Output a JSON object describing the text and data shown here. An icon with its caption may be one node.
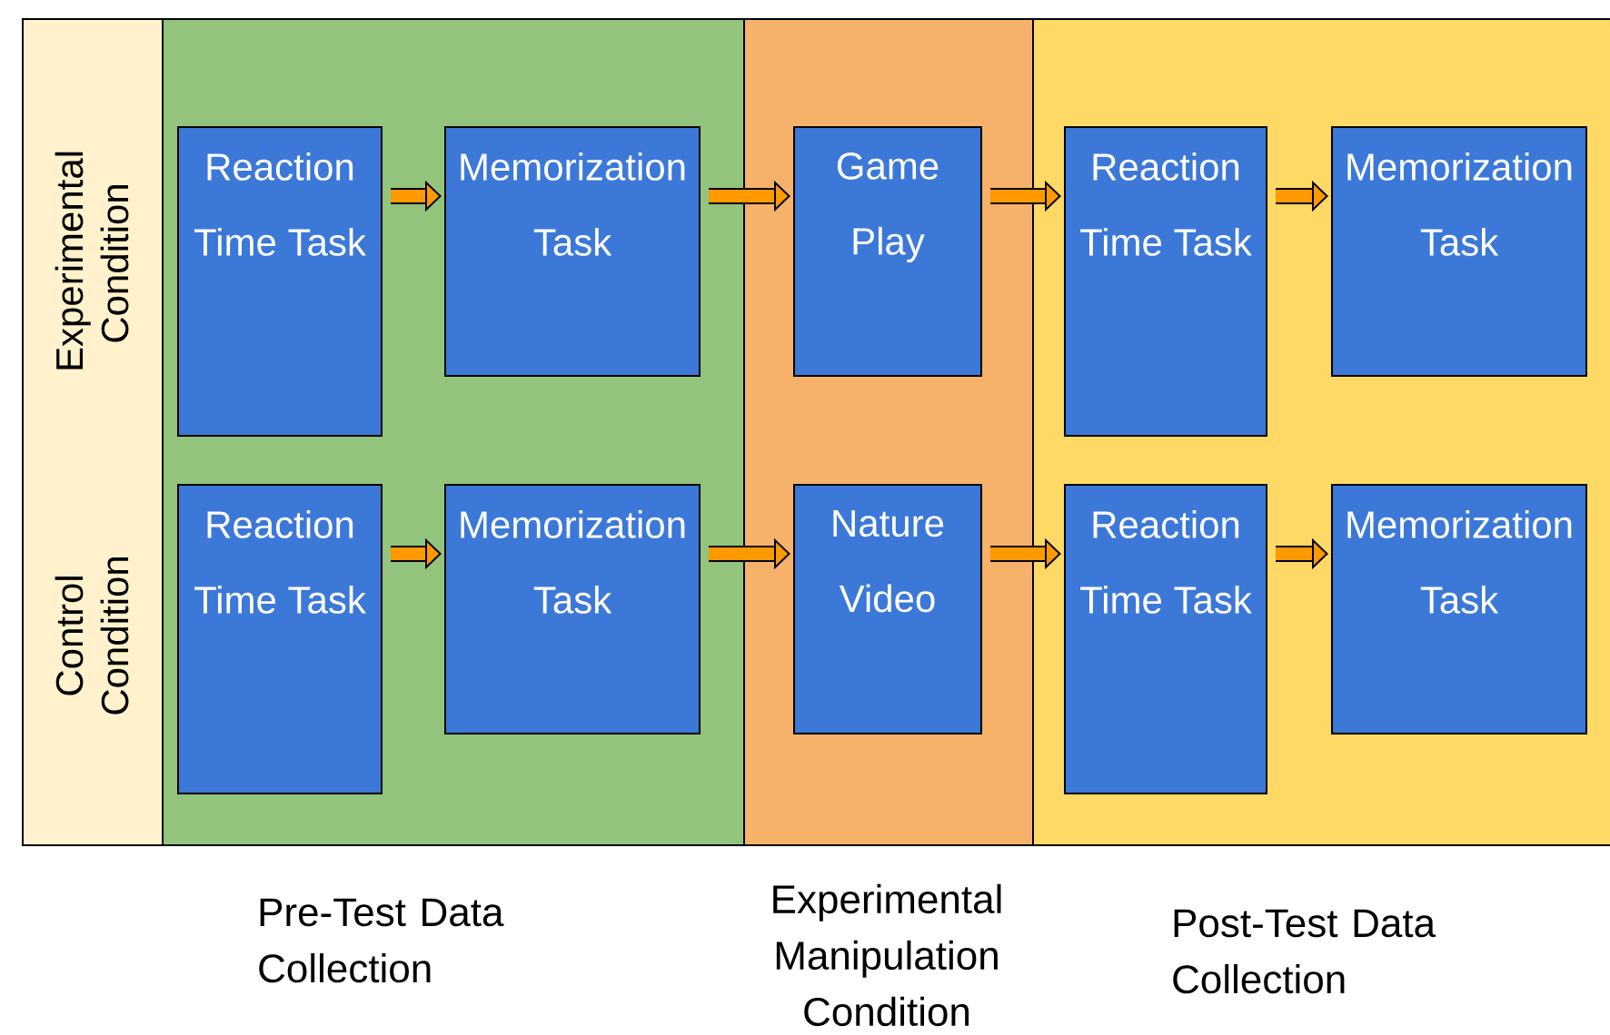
{
  "diagram": {
    "nodes": [
      {
        "text": [
          "Experimental Condition",
          "Control Condition"
        ]
      },
      {
        "text": [
          "Pre-Test Data Collection"
        ]
      },
      {
        "text": [
          "Reaction Time Task"
        ],
        "in": 1
      },
      {
        "text": [
          "Memorization Task"
        ],
        "in": 1
      },
      {
        "text": [
          "Reaction Time Task"
        ],
        "in": 1
      },
      {
        "text": [
          "Memorization Task"
        ],
        "in": 1
      },
      {
        "text": [
          "Experimental Manipulation Condition"
        ]
      },
      {
        "text": [
          "Game Play"
        ],
        "in": 6
      },
      {
        "text": [
          "Nature Video"
        ],
        "in": 6
      },
      {
        "text": [
          "Post-Test Data Collection"
        ]
      },
      {
        "text": [
          "Reaction Time Task"
        ],
        "in": 9
      },
      {
        "text": [
          "Memorization Task"
        ],
        "in": 9
      },
      {
        "text": [
          "Reaction Time Task"
        ],
        "in": 9
      },
      {
        "text": [
          "Memorization Task"
        ],
        "in": 9
      }
    ],
    "edges": [
      {
        "from": 2,
        "to": 3,
        "arrow": "to"
      },
      {
        "from": 3,
        "to": 7,
        "arrow": "to"
      },
      {
        "from": 7,
        "to": 10,
        "arrow": "to"
      },
      {
        "from": 10,
        "to": 11,
        "arrow": "to"
      },
      {
        "from": 4,
        "to": 5,
        "arrow": "to"
      },
      {
        "from": 5,
        "to": 8,
        "arrow": "to"
      },
      {
        "from": 8,
        "to": 12,
        "arrow": "to"
      },
      {
        "from": 12,
        "to": 13,
        "arrow": "to"
      }
    ]
  }
}
